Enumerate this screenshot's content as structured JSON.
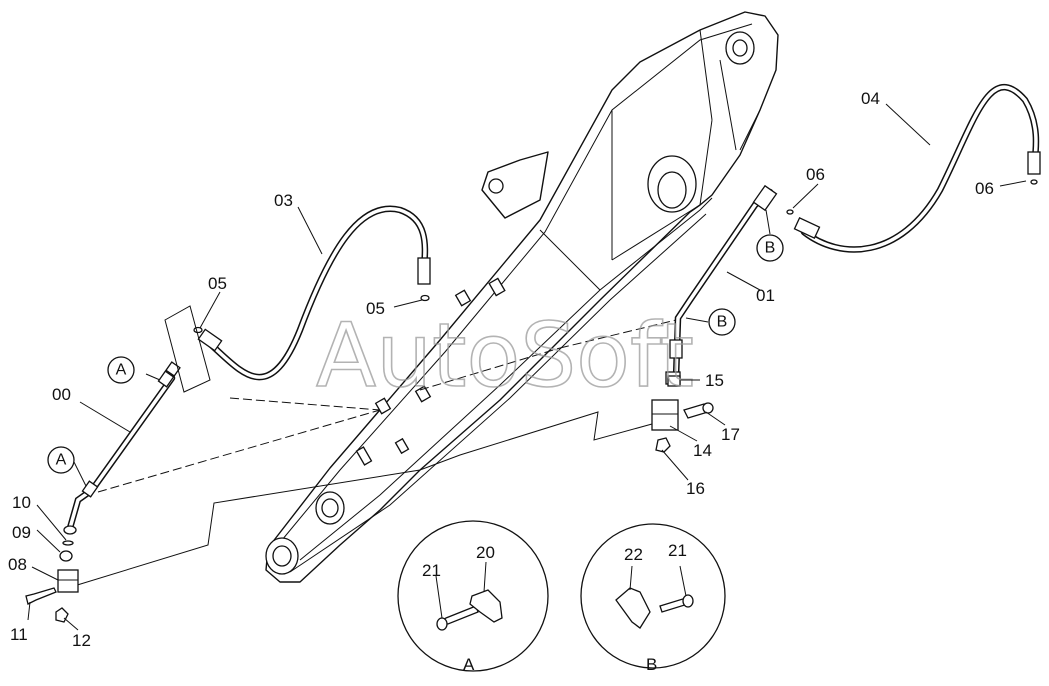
{
  "watermark": "AutoSoft",
  "part_labels": {
    "p00": "00",
    "p01": "01",
    "p03": "03",
    "p04": "04",
    "p05a": "05",
    "p05b": "05",
    "p06a": "06",
    "p06b": "06",
    "p08": "08",
    "p09": "09",
    "p10": "10",
    "p11": "11",
    "p12": "12",
    "p14": "14",
    "p15": "15",
    "p16": "16",
    "p17": "17",
    "p20": "20",
    "p21a": "21",
    "p21b": "21",
    "p22": "22"
  },
  "callouts": {
    "a_upper": "A",
    "a_lower": "A",
    "b_right": "B",
    "b_center": "B"
  },
  "details": {
    "a_title": "A",
    "b_title": "B"
  }
}
